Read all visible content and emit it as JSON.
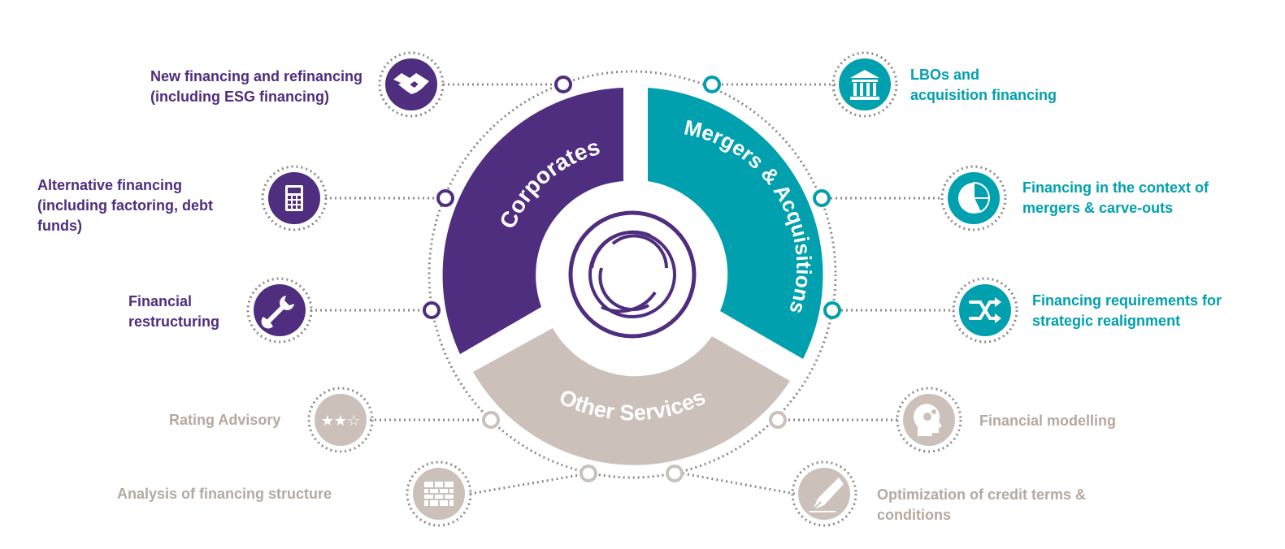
{
  "colors": {
    "corporates": "#4f2d7f",
    "mna": "#00a0ae",
    "other": "#cbc1ba",
    "other_text": "#b5a99f",
    "dots": "#8a8a8a"
  },
  "segments": {
    "corporates": "Corporates",
    "mna": "Mergers & Acquisitions",
    "other": "Other Services"
  },
  "services": {
    "corporates": [
      {
        "lines": [
          "New financing and refinancing",
          "(including ESG financing)"
        ],
        "icon": "handshake-icon"
      },
      {
        "lines": [
          "Alternative financing",
          "(including factoring, debt",
          "funds)"
        ],
        "icon": "calculator-icon"
      },
      {
        "lines": [
          "Financial",
          "restructuring"
        ],
        "icon": "wrench-icon"
      }
    ],
    "mna": [
      {
        "lines": [
          "LBOs and",
          "acquisition financing"
        ],
        "icon": "bank-building-icon"
      },
      {
        "lines": [
          "Financing in the context of",
          "mergers & carve-outs"
        ],
        "icon": "pie-chart-icon"
      },
      {
        "lines": [
          "Financing requirements for",
          "strategic realignment"
        ],
        "icon": "shuffle-icon"
      }
    ],
    "other": [
      {
        "lines": [
          "Rating Advisory"
        ],
        "icon": "rating-stars-icon",
        "stars": "★★☆"
      },
      {
        "lines": [
          "Analysis of financing structure"
        ],
        "icon": "brick-wall-icon"
      },
      {
        "lines": [
          "Financial modelling"
        ],
        "icon": "head-gears-icon"
      },
      {
        "lines": [
          "Optimization of credit terms &",
          "conditions"
        ],
        "icon": "fountain-pen-icon"
      }
    ]
  }
}
